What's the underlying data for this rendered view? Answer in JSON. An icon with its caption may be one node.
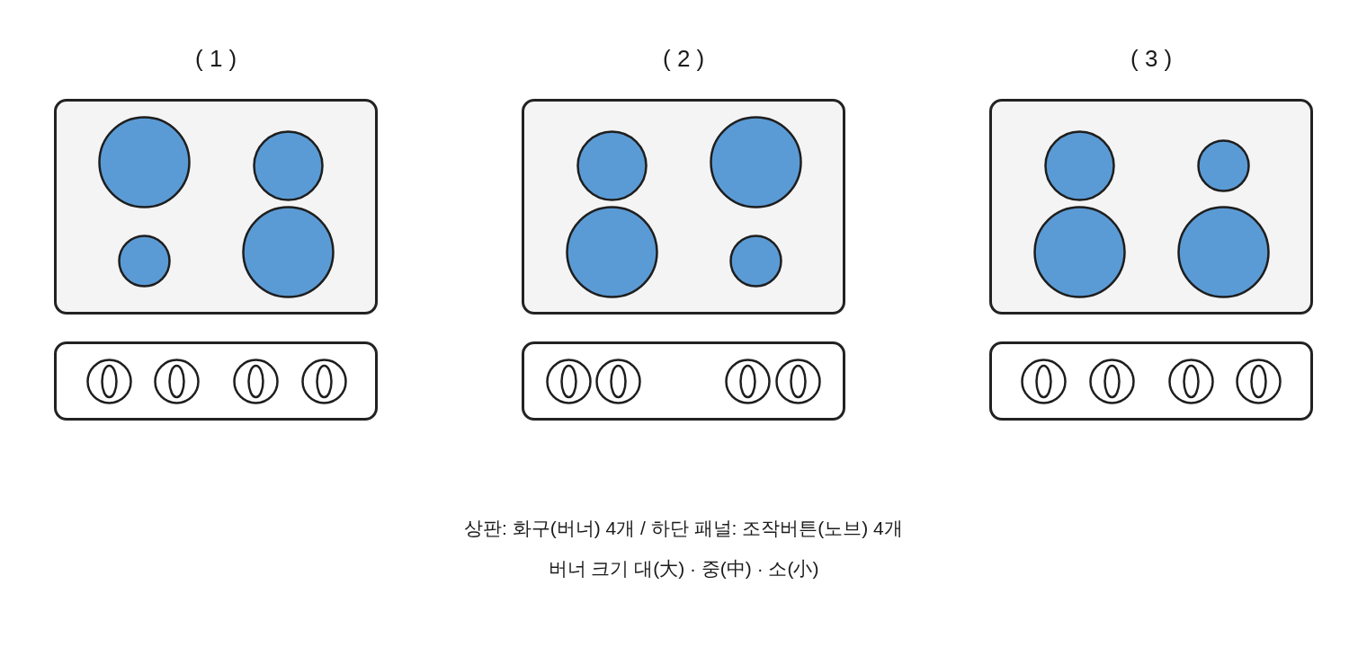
{
  "diagram": {
    "nodes": [
      {
        "text": [],
        "shape": "box"
      },
      {
        "text": [],
        "shape": "circle",
        "in": 0
      },
      {
        "text": [],
        "shape": "circle",
        "in": 0
      },
      {
        "text": [],
        "shape": "circle",
        "in": 0
      },
      {
        "text": [],
        "shape": "circle",
        "in": 0
      },
      {
        "text": [],
        "shape": "box"
      },
      {
        "text": [],
        "shape": "circle",
        "in": 5
      },
      {
        "text": [],
        "shape": "circle",
        "in": 5
      },
      {
        "text": [],
        "shape": "circle",
        "in": 5
      },
      {
        "text": [],
        "shape": "circle",
        "in": 5
      },
      {
        "text": [],
        "shape": "box"
      },
      {
        "text": [],
        "shape": "circle",
        "in": 10
      },
      {
        "text": [],
        "shape": "circle",
        "in": 10
      },
      {
        "text": [],
        "shape": "circle",
        "in": 10
      },
      {
        "text": [],
        "shape": "circle",
        "in": 10
      },
      {
        "text": [],
        "shape": "box"
      },
      {
        "text": [],
        "shape": "circle",
        "in": 15
      },
      {
        "text": [],
        "shape": "circle",
        "in": 15
      },
      {
        "text": [],
        "shape": "circle",
        "in": 15
      },
      {
        "text": [],
        "shape": "circle",
        "in": 15
      },
      {
        "text": [],
        "shape": "box"
      },
      {
        "text": [],
        "shape": "circle",
        "in": 20
      },
      {
        "text": [],
        "shape": "circle",
        "in": 20
      },
      {
        "text": [],
        "shape": "circle",
        "in": 20
      },
      {
        "text": [],
        "shape": "circle",
        "in": 20
      },
      {
        "text": [],
        "shape": "box"
      },
      {
        "text": [],
        "shape": "circle",
        "in": 25
      },
      {
        "text": [],
        "shape": "circle",
        "in": 25
      },
      {
        "text": [],
        "shape": "circle",
        "in": 25
      },
      {
        "text": [],
        "shape": "circle",
        "in": 25
      }
    ],
    "labels": [
      "( 1 )",
      "( 2 )",
      "( 3 )",
      "상판: 화구(버너) 4개 / 하단 패널: 조작버튼(노브) 4개",
      "버너 크기 대(大) · 중(中) · 소(小)"
    ]
  }
}
